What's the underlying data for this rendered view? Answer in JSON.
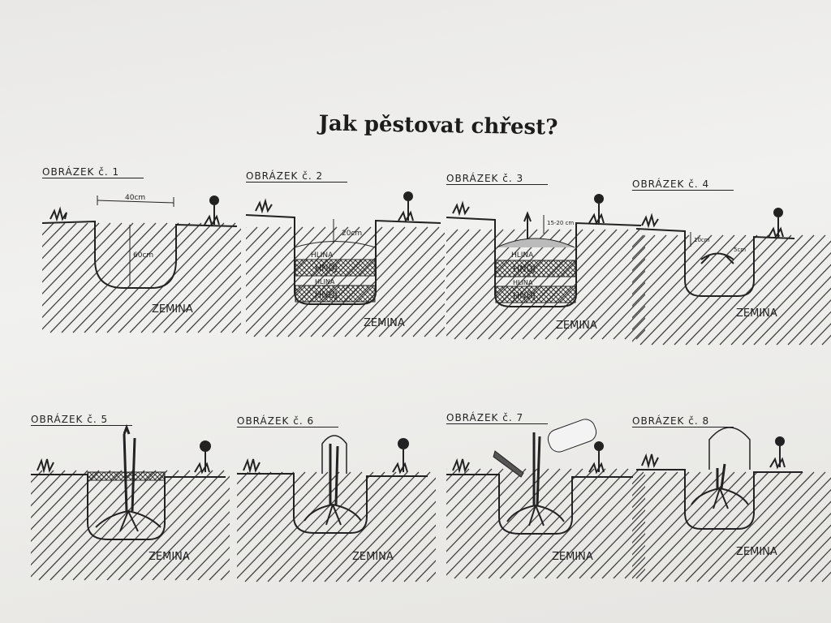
{
  "title": "Jak pěstovat chřest?",
  "panels": [
    {
      "label": "OBRÁZEK č. 1",
      "soil": "ZEMINA",
      "width_note": "40cm",
      "depth_note": "60cm"
    },
    {
      "label": "OBRÁZEK č. 2",
      "soil": "ZEMINA",
      "depth_note": "20cm",
      "layers": [
        "HLINA",
        "HNŮJ",
        "HLINA",
        "HNŮJ"
      ]
    },
    {
      "label": "OBRÁZEK č. 3",
      "soil": "ZEMINA",
      "depth_note": "15-20 cm",
      "layers": [
        "HLINA",
        "HNŮJ",
        "HLINA",
        "HNŮJ"
      ]
    },
    {
      "label": "OBRÁZEK č. 4",
      "soil": "ZEMINA",
      "depth_note": "10cm",
      "small_note": "5cm"
    },
    {
      "label": "OBRÁZEK č. 5",
      "soil": "ZEMINA"
    },
    {
      "label": "OBRÁZEK č. 6",
      "soil": "ZEMINA"
    },
    {
      "label": "OBRÁZEK č. 7",
      "soil": "ZEMINA"
    },
    {
      "label": "OBRÁZEK č. 8",
      "soil": "ZEMINA"
    }
  ]
}
